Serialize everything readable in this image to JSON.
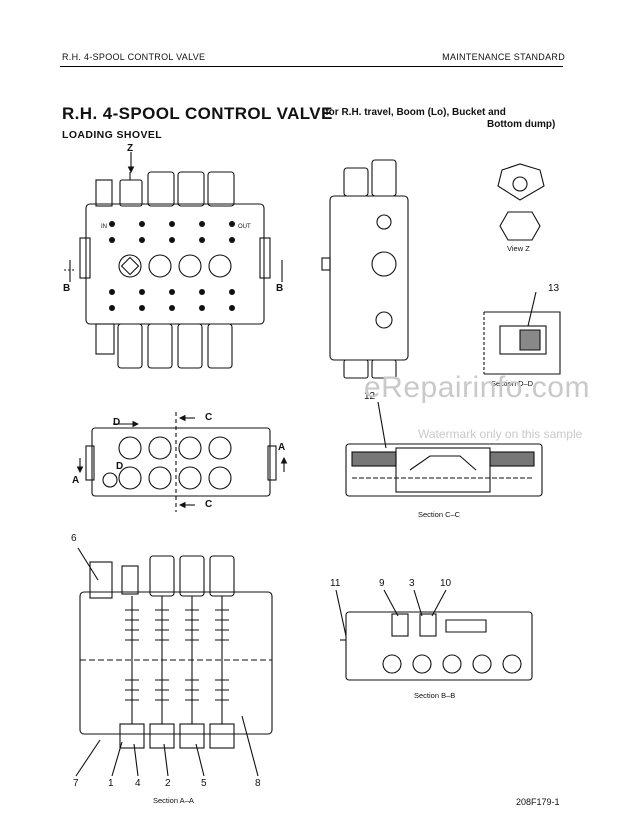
{
  "header": {
    "left": "R.H. 4-SPOOL CONTROL VALVE",
    "right": "MAINTENANCE STANDARD"
  },
  "title": {
    "main": "R.H. 4-SPOOL CONTROL VALVE",
    "note_line1": "(for R.H. travel, Boom (Lo), Bucket and",
    "note_line2": "Bottom dump)",
    "subtitle": "LOADING SHOVEL"
  },
  "captions": {
    "view_z": "View Z",
    "section_dd": "Section D–D",
    "section_cc": "Section C–C",
    "section_bb": "Section B–B",
    "section_aa": "Section A–A"
  },
  "section_letters": {
    "z": "Z",
    "b_left": "B",
    "b_right": "B",
    "d_top": "D",
    "d_mid": "D",
    "c_top": "C",
    "c_bottom": "C",
    "a_left": "A",
    "a_right": "A"
  },
  "valve_marks": {
    "in": "IN",
    "out": "OUT"
  },
  "callouts": {
    "n13": "13",
    "n12": "12",
    "n6": "6",
    "n11": "11",
    "n9": "9",
    "n3": "3",
    "n10": "10",
    "n7": "7",
    "n1": "1",
    "n4": "4",
    "n2": "2",
    "n5": "5",
    "n8": "8"
  },
  "watermark": {
    "site": "eRepairinfo.com",
    "note": "Watermark only on this sample"
  },
  "figure_number": "208F179-1"
}
